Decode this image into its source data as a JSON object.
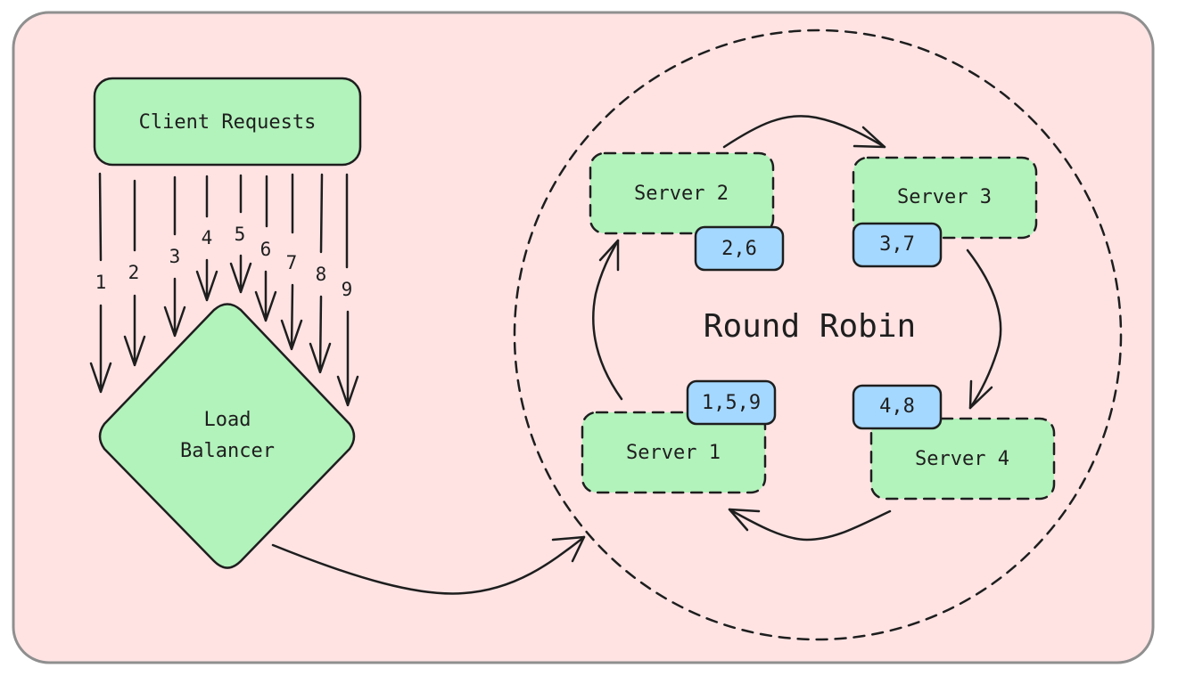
{
  "diagram": {
    "colors": {
      "frame_fill": "#ffe3e3",
      "frame_stroke": "#8f8f8f",
      "node_fill": "#b2f2bb",
      "tag_fill": "#a5d8ff",
      "hatch": "#ffec99",
      "ink": "#1e1e1e"
    },
    "client_requests": {
      "label": "Client Requests"
    },
    "request_arrows": [
      "1",
      "2",
      "3",
      "4",
      "5",
      "6",
      "7",
      "8",
      "9"
    ],
    "load_balancer": {
      "line1": "Load",
      "line2": "Balancer"
    },
    "pool": {
      "title": "Round Robin"
    },
    "servers": [
      {
        "label": "Server 1",
        "requests": "1,5,9"
      },
      {
        "label": "Server 2",
        "requests": "2,6"
      },
      {
        "label": "Server 3",
        "requests": "3,7"
      },
      {
        "label": "Server 4",
        "requests": "4,8"
      }
    ]
  }
}
